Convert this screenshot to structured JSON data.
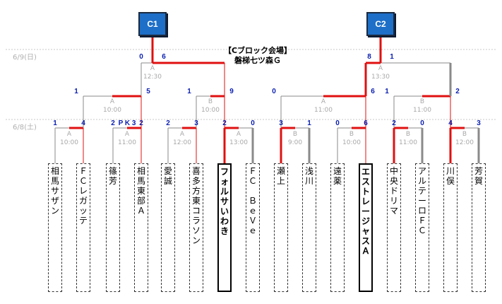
{
  "header": {
    "block_title": "【Cブロック会場】",
    "venue": "磐梯七ツ森Ｇ"
  },
  "champions": [
    "C1",
    "C2"
  ],
  "dates": {
    "day2": "6/9(日)",
    "day1": "6/8(土)"
  },
  "teams": [
    "相馬サザン",
    "ＦＣレガッテ",
    "篠芳",
    "相馬東部Ａ",
    "愛誠",
    "喜多方東コラソン",
    "フォルサいわき",
    "ＦＣ　ＢｅＶｅ",
    "瀬上",
    "浅川",
    "遠薬",
    "エストレージャスＡ",
    "中央ドリマ",
    "アルテーロＦＣ",
    "川俣",
    "芳賀"
  ],
  "winners": [
    6,
    11
  ],
  "first_round": [
    {
      "label": "A",
      "time": "10:00",
      "score_l": "1",
      "score_r": "4"
    },
    {
      "label": "A",
      "time": "11:00",
      "score_l": "2",
      "score_r": "2",
      "pk": "P K 3"
    },
    {
      "label": "A",
      "time": "12:00",
      "score_l": "2",
      "score_r": "3"
    },
    {
      "label": "A",
      "time": "13:00",
      "score_l": "2",
      "score_r": "0"
    },
    {
      "label": "B",
      "time": "9:00",
      "score_l": "3",
      "score_r": "1"
    },
    {
      "label": "B",
      "time": "10:00",
      "score_l": "0",
      "score_r": "6"
    },
    {
      "label": "B",
      "time": "11:00",
      "score_l": "2",
      "score_r": "0"
    },
    {
      "label": "B",
      "time": "12:00",
      "score_l": "4",
      "score_r": "3"
    }
  ],
  "quarter": [
    {
      "label": "A",
      "time": "10:00",
      "score_l": "1",
      "score_r": "5"
    },
    {
      "label": "B",
      "time": "10:00",
      "score_l": "1",
      "score_r": "9"
    },
    {
      "label": "A",
      "time": "11:00",
      "score_l": "0",
      "score_r": "6"
    },
    {
      "label": "B",
      "time": "11:00",
      "score_l": "1",
      "score_r": "2"
    }
  ],
  "semi": [
    {
      "label": "A",
      "time": "12:30",
      "score_l": "0",
      "score_r": "6"
    },
    {
      "label": "A",
      "time": "13:30",
      "score_l": "8",
      "score_r": "1"
    }
  ]
}
